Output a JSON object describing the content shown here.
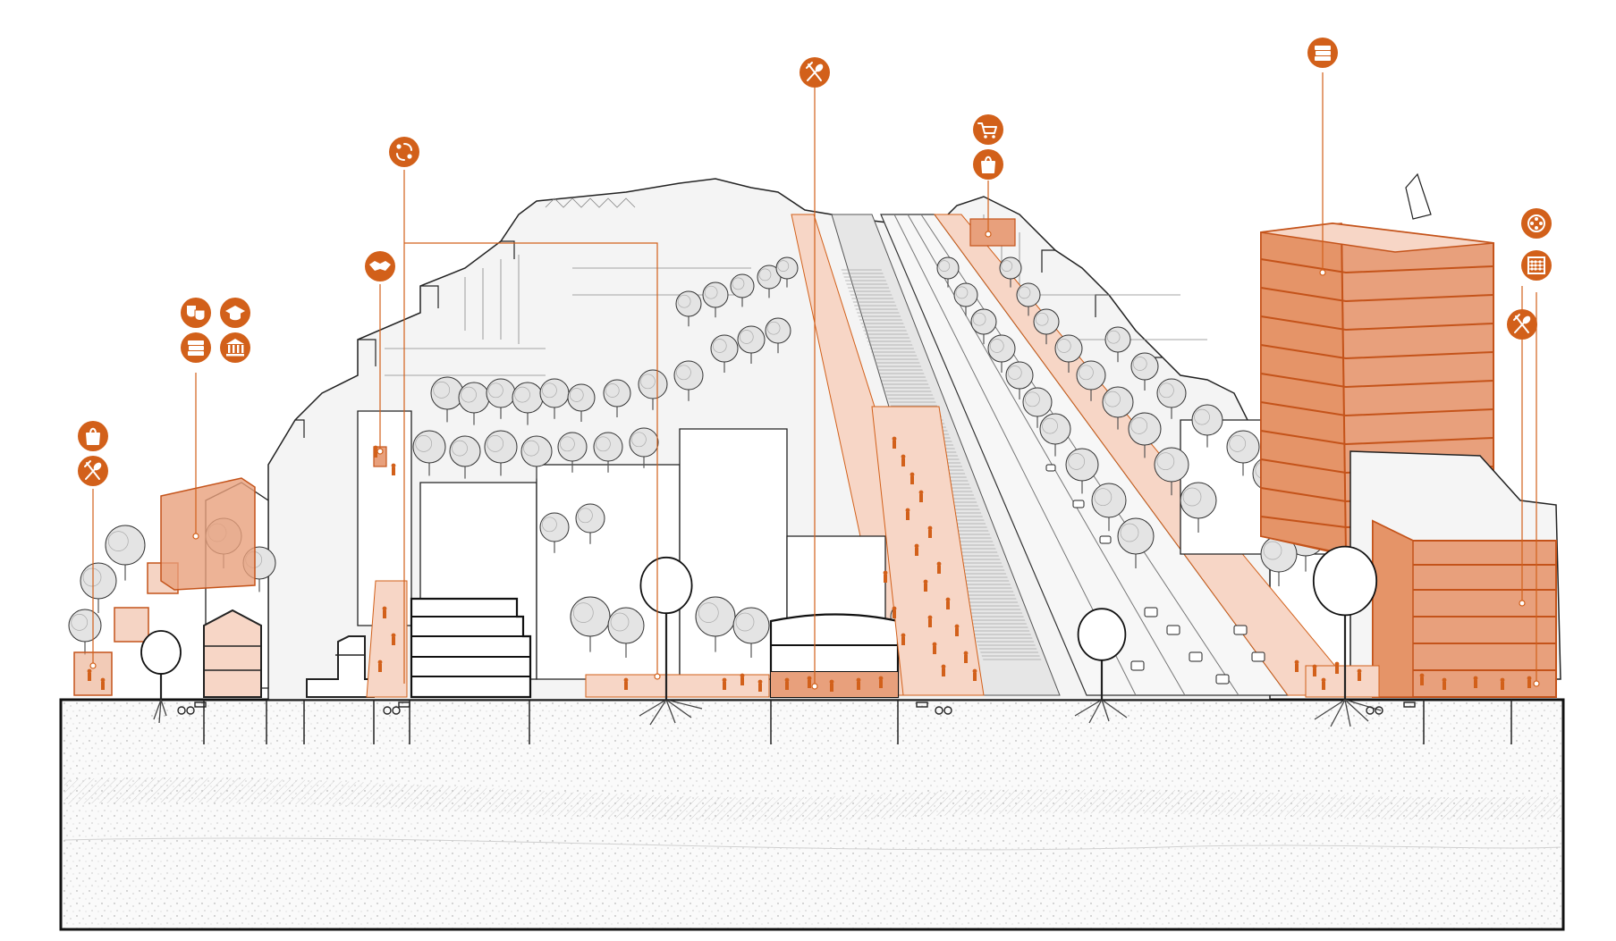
{
  "colors": {
    "accent": "#D2601A",
    "accent_fill": "#E8A07C",
    "accent_light": "#F7D6C6",
    "line": "#222222",
    "tree_fill": "#E4E4E4",
    "building_fill": "#F2F2F2",
    "ground_fill": "#FAFAFA"
  },
  "icons": [
    {
      "name": "shopping-bag-icon",
      "glyph": "bag"
    },
    {
      "name": "restaurant-icon",
      "glyph": "fork-spoon"
    },
    {
      "name": "theatre-masks-icon",
      "glyph": "masks"
    },
    {
      "name": "graduation-cap-icon",
      "glyph": "cap"
    },
    {
      "name": "books-icon",
      "glyph": "books"
    },
    {
      "name": "museum-icon",
      "glyph": "columns"
    },
    {
      "name": "handshake-icon",
      "glyph": "handshake"
    },
    {
      "name": "community-icon",
      "glyph": "people"
    },
    {
      "name": "restaurant-icon",
      "glyph": "fork-spoon"
    },
    {
      "name": "shopping-cart-icon",
      "glyph": "cart"
    },
    {
      "name": "shopping-bag-icon",
      "glyph": "bag"
    },
    {
      "name": "books-icon",
      "glyph": "books"
    },
    {
      "name": "film-reel-icon",
      "glyph": "reel"
    },
    {
      "name": "abacus-icon",
      "glyph": "abacus"
    },
    {
      "name": "restaurant-icon",
      "glyph": "fork-spoon"
    }
  ],
  "program_zones": [
    {
      "name": "retail-food-pavilion",
      "color": "#E8A07C"
    },
    {
      "name": "culture-education-block",
      "color": "#E8A07C"
    },
    {
      "name": "community-kiosk",
      "color": "#E8A07C"
    },
    {
      "name": "pedestrian-promenade",
      "color": "#F7D6C6"
    },
    {
      "name": "market-building",
      "color": "#E8A07C"
    },
    {
      "name": "library-tower",
      "color": "#E8A07C"
    },
    {
      "name": "leisure-dining-block",
      "color": "#E8A07C"
    }
  ]
}
